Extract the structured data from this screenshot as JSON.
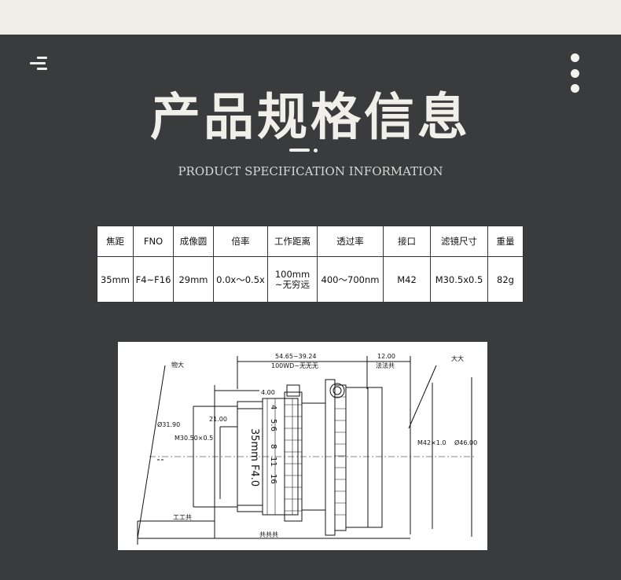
{
  "header": {
    "title": "产品规格信息",
    "subtitle": "PRODUCT SPECIFICATION INFORMATION",
    "menu_icon": "menu-icon",
    "more_icon": "more-vertical-icon"
  },
  "spec_table": {
    "headers": [
      "焦距",
      "FNO",
      "成像圆",
      "倍率",
      "工作距离",
      "透过率",
      "接口",
      "滤镜尺寸",
      "重量"
    ],
    "values": [
      "35mm",
      "F4~F16",
      "29mm",
      "0.0x～0.5x",
      "100mm ~无穷远",
      "400～700nm",
      "M42",
      "M30.5x0.5",
      "82g"
    ],
    "working_distance_lines": [
      "100mm",
      "~无穷远"
    ]
  },
  "drawing": {
    "top_dim": "54.65~39.24",
    "top_dim_sub": "100WD~无无无",
    "top_right_dim": "12.00",
    "top_right_sub": "法法共",
    "label_object": "物大",
    "label_right": "大大",
    "dim_4": "4.00",
    "dim_21": "21.00",
    "dim_31_90": "Ø31.90",
    "dim_m30": "M30.50×0.5",
    "dim_m42": "M42×1.0",
    "dim_46": "Ø46.00",
    "lens_text": "35mm F4.0",
    "aperture_scale": [
      "4",
      "5.6",
      "8",
      "11",
      "16"
    ],
    "bottom_dim_1": "工工共",
    "bottom_dim_2": "共共共"
  },
  "colors": {
    "background": "#3a3b3d",
    "topbar": "#efede6",
    "title": "#f1efe9"
  }
}
